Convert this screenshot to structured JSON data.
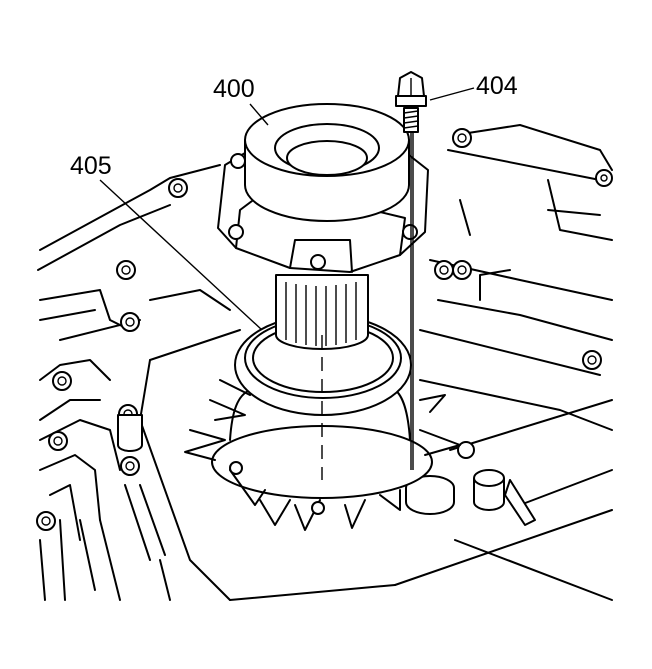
{
  "callouts": {
    "seal_assembly": "400",
    "bolt": "404",
    "seal_ring": "405"
  }
}
